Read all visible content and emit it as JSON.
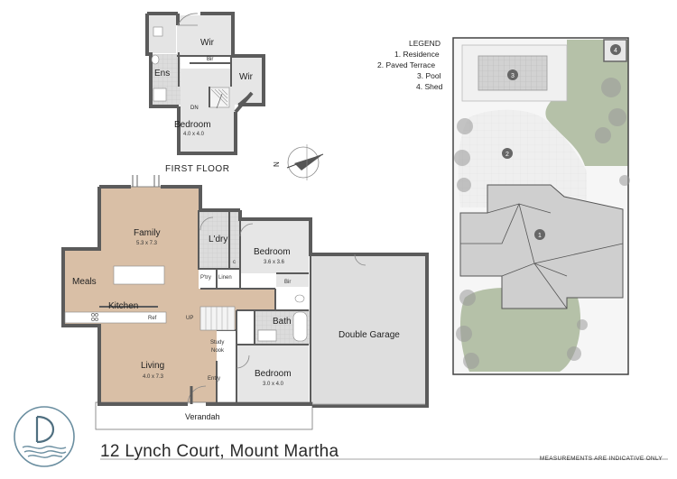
{
  "first_floor": {
    "title": "FIRST FLOOR",
    "rooms": {
      "wir_top": "Wir",
      "bir": "Bir",
      "ens": "Ens",
      "wir_right": "Wir",
      "dn": "DN",
      "bedroom": "Bedroom",
      "bedroom_dim": "4.0 x 4.0"
    }
  },
  "ground_floor": {
    "rooms": {
      "family": "Family",
      "family_dim": "5.3 x 7.3",
      "laundry": "L'dry",
      "bedroom_a": "Bedroom",
      "bedroom_a_dim": "3.6 x 3.6",
      "c": "c",
      "ptry": "P'try",
      "linen": "Linen",
      "bir": "Bir",
      "meals": "Meals",
      "kitchen": "Kitchen",
      "ref": "Ref",
      "up": "UP",
      "bath": "Bath",
      "garage": "Double Garage",
      "study": "Study",
      "nook": "Nook",
      "living": "Living",
      "living_dim": "4.0 x 7.3",
      "entry": "Entry",
      "bedroom_b": "Bedroom",
      "bedroom_b_dim": "3.0 x 4.0",
      "verandah": "Verandah"
    }
  },
  "compass": {
    "north_label": "N"
  },
  "legend": {
    "title": "LEGEND",
    "items": [
      "1. Residence",
      "2. Paved Terrace",
      "3. Pool",
      "4. Shed"
    ]
  },
  "site_markers": [
    "1",
    "2",
    "3",
    "4"
  ],
  "footer": {
    "address": "12 Lynch Court, Mount Martha",
    "note": "MEASUREMENTS ARE INDICATIVE ONLY"
  },
  "colors": {
    "wall": "#5b5b5b",
    "timber_floor": "#d9bfa6",
    "tile_floor": "#d9d9d9",
    "carpet": "#e6e6e6",
    "lawn": "#b5c1a8",
    "paving": "#ededed",
    "pool": "#d4d4d4"
  }
}
